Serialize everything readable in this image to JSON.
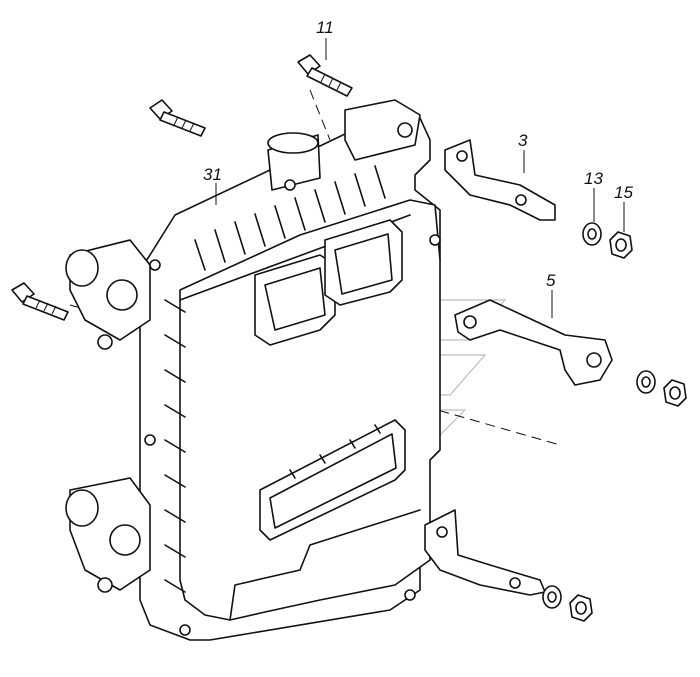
{
  "callouts": [
    {
      "id": "11",
      "label": "11"
    },
    {
      "id": "31",
      "label": "31"
    },
    {
      "id": "3",
      "label": "3"
    },
    {
      "id": "13",
      "label": "13"
    },
    {
      "id": "15",
      "label": "15"
    },
    {
      "id": "5",
      "label": "5"
    }
  ]
}
